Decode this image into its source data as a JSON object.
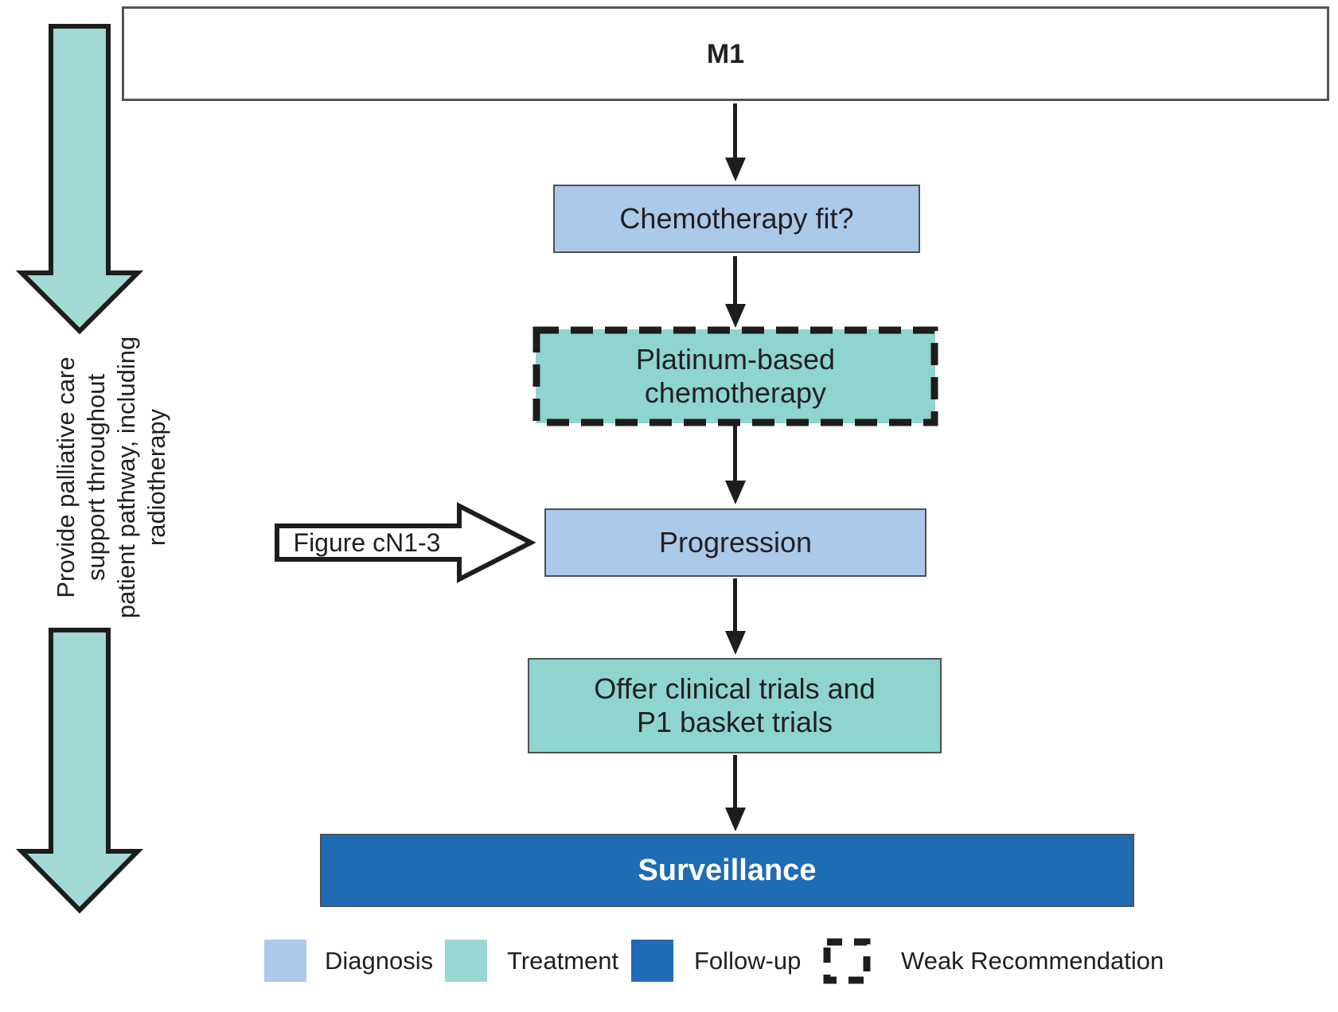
{
  "title_box": {
    "label": "M1"
  },
  "boxes": {
    "chemo_fit": {
      "label": "Chemotherapy fit?",
      "type": "diagnosis"
    },
    "platinum": {
      "label": "Platinum-based chemotherapy",
      "type": "treatment",
      "recommendation": "weak"
    },
    "progression": {
      "label": "Progression",
      "type": "diagnosis"
    },
    "trials": {
      "label": "Offer clinical trials and P1 basket trials",
      "type": "treatment"
    },
    "surveillance": {
      "label": "Surveillance",
      "type": "follow-up"
    }
  },
  "figure_callout": {
    "label": "Figure cN1-3"
  },
  "side_note": {
    "text": "Provide palliative care support throughout patient pathway, including radiotherapy"
  },
  "legend": {
    "diagnosis": {
      "label": "Diagnosis"
    },
    "treatment": {
      "label": "Treatment"
    },
    "followup": {
      "label": "Follow-up"
    },
    "weak": {
      "label": "Weak Recommendation"
    }
  },
  "colors": {
    "diagnosis_fill": "#abc9e9",
    "treatment_fill": "#8ed5cf",
    "treatment_legend_fill": "#9ad7d2",
    "followup_fill": "#1f6cb5",
    "palliative_arrow_fill": "#a2d9d4",
    "callout_fill": "#ffffff",
    "outline": "#1d1d1b"
  }
}
